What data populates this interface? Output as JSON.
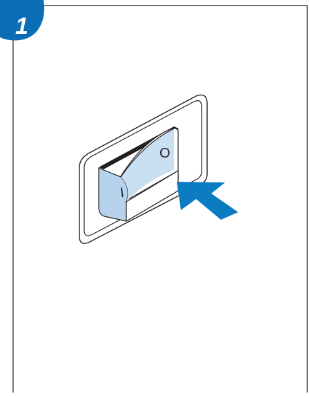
{
  "step": {
    "number": "1",
    "badge_color": "#0b6db6"
  },
  "switch": {
    "on_mark": "I",
    "off_mark": "O",
    "state": "on",
    "rocker_color": "#b6d2ec",
    "rocker_face_color": "#c9dff2"
  },
  "arrow": {
    "color": "#0b7cc1",
    "icon": "press-arrow-icon"
  },
  "frame": {
    "border_color": "#231f20"
  }
}
